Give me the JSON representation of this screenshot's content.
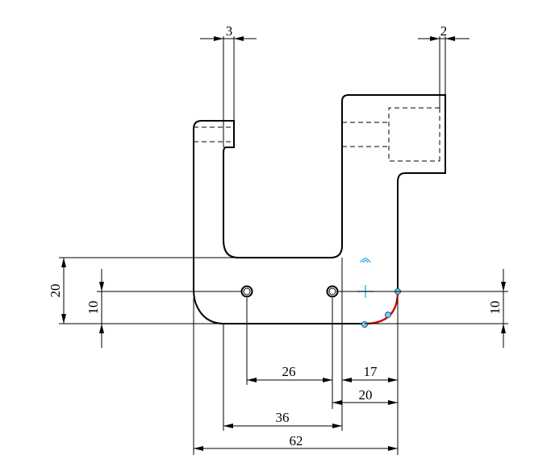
{
  "drawing": {
    "dimensions": {
      "top_left_thickness": "3",
      "top_right_thickness": "2",
      "left_height_outer": "20",
      "left_height_inner": "10",
      "right_height": "10",
      "hole_spacing": "26",
      "right_offset_17": "17",
      "right_offset_20": "20",
      "inner_width": "36",
      "overall_width": "62"
    },
    "colors": {
      "outline": "#000000",
      "selected_arc": "#d40000",
      "grip_fill": "#7fc8ea",
      "cursor": "#39b7ea"
    }
  }
}
